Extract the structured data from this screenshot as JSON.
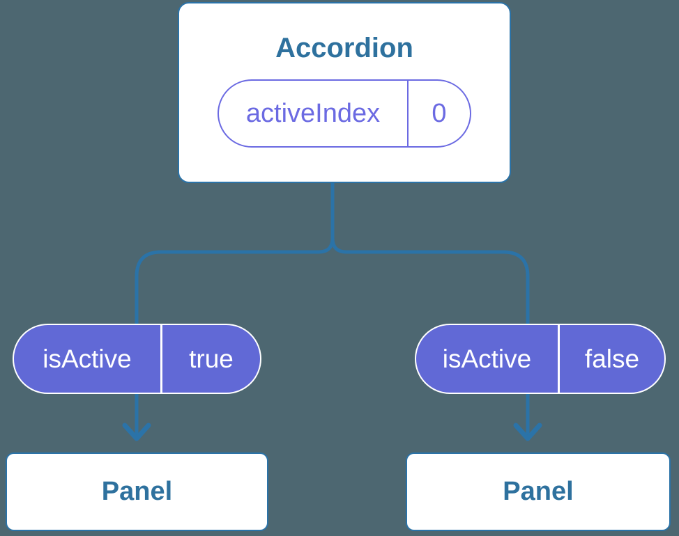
{
  "canvas": {
    "background": "#4d6771"
  },
  "colors": {
    "connector_blue": "#2b73a8",
    "node_text_blue": "#2e719e",
    "pill_fill_purple": "#6169d6",
    "pill_outline_purple": "#6b6ae2",
    "node_background": "#ffffff"
  },
  "accordion": {
    "title": "Accordion",
    "prop_pill": {
      "name": "activeIndex",
      "value": "0"
    }
  },
  "children": [
    {
      "state_pill": {
        "name": "isActive",
        "value": "true"
      },
      "panel_label": "Panel"
    },
    {
      "state_pill": {
        "name": "isActive",
        "value": "false"
      },
      "panel_label": "Panel"
    }
  ]
}
